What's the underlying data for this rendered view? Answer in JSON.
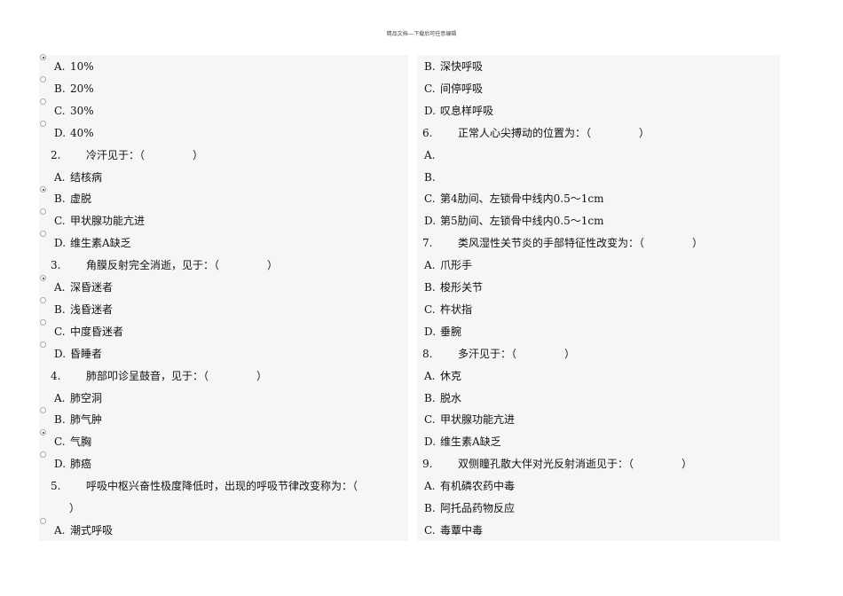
{
  "header": {
    "text": "精品文档---下载后可任意编辑"
  },
  "left_column": [
    {
      "kind": "option",
      "radio": true,
      "checked": true,
      "letter": "A.",
      "text": "10%"
    },
    {
      "kind": "option",
      "radio": true,
      "checked": false,
      "letter": "B.",
      "text": "20%"
    },
    {
      "kind": "option",
      "radio": true,
      "checked": false,
      "letter": "C.",
      "text": "30%"
    },
    {
      "kind": "option",
      "radio": true,
      "checked": false,
      "letter": "D.",
      "text": "40%"
    },
    {
      "kind": "question",
      "num": "2.",
      "text": "冷汗见于：（",
      "close": "）"
    },
    {
      "kind": "option",
      "radio": false,
      "checked": false,
      "letter": "A.",
      "text": "结核病"
    },
    {
      "kind": "option",
      "radio": true,
      "checked": true,
      "letter": "B.",
      "text": "虚脱"
    },
    {
      "kind": "option",
      "radio": true,
      "checked": false,
      "letter": "C.",
      "text": "甲状腺功能亢进"
    },
    {
      "kind": "option",
      "radio": true,
      "checked": false,
      "letter": "D.",
      "text": "维生素A缺乏"
    },
    {
      "kind": "question",
      "num": "3.",
      "text": "角膜反射完全消逝，见于：（",
      "close": "）"
    },
    {
      "kind": "option",
      "radio": true,
      "checked": true,
      "letter": "A.",
      "text": "深昏迷者"
    },
    {
      "kind": "option",
      "radio": true,
      "checked": false,
      "letter": "B.",
      "text": "浅昏迷者"
    },
    {
      "kind": "option",
      "radio": true,
      "checked": false,
      "letter": "C.",
      "text": "中度昏迷者"
    },
    {
      "kind": "option",
      "radio": true,
      "checked": false,
      "letter": "D.",
      "text": "昏睡者"
    },
    {
      "kind": "question",
      "num": "4.",
      "text": "肺部叩诊呈鼓音，见于：（",
      "close": "）"
    },
    {
      "kind": "option",
      "radio": false,
      "checked": false,
      "letter": "A.",
      "text": "肺空洞"
    },
    {
      "kind": "option",
      "radio": true,
      "checked": false,
      "letter": "B.",
      "text": "肺气肿"
    },
    {
      "kind": "option",
      "radio": true,
      "checked": true,
      "letter": "C.",
      "text": "气胸"
    },
    {
      "kind": "option",
      "radio": true,
      "checked": false,
      "letter": "D.",
      "text": "肺癌"
    },
    {
      "kind": "question",
      "num": "5.",
      "text": "呼吸中枢兴奋性极度降低时，出现的呼吸节律改变称为：（",
      "close": ""
    },
    {
      "kind": "continuation",
      "text": "）"
    },
    {
      "kind": "option",
      "radio": true,
      "checked": false,
      "letter": "A.",
      "text": "潮式呼吸"
    }
  ],
  "right_column": [
    {
      "kind": "option",
      "letter": "B.",
      "text": "深快呼吸"
    },
    {
      "kind": "option",
      "letter": "C.",
      "text": "间停呼吸"
    },
    {
      "kind": "option",
      "letter": "D.",
      "text": "叹息样呼吸"
    },
    {
      "kind": "question",
      "num": "6.",
      "text": "正常人心尖搏动的位置为：（",
      "close": "）"
    },
    {
      "kind": "option",
      "letter": "A.",
      "text": ""
    },
    {
      "kind": "option",
      "letter": "B.",
      "text": ""
    },
    {
      "kind": "option",
      "letter": "C.",
      "text": "第4肋间、左锁骨中线内0.5～1cm"
    },
    {
      "kind": "option",
      "letter": "D.",
      "text": "第5肋间、左锁骨中线内0.5～1cm"
    },
    {
      "kind": "question",
      "num": "7.",
      "text": "类风湿性关节炎的手部特征性改变为：（",
      "close": "）"
    },
    {
      "kind": "option",
      "letter": "A.",
      "text": "爪形手"
    },
    {
      "kind": "option",
      "letter": "B.",
      "text": "梭形关节"
    },
    {
      "kind": "option",
      "letter": "C.",
      "text": "杵状指"
    },
    {
      "kind": "option",
      "letter": "D.",
      "text": "垂腕"
    },
    {
      "kind": "question",
      "num": "8.",
      "text": "多汗见于：（",
      "close": "）"
    },
    {
      "kind": "option",
      "letter": "A.",
      "text": "休克"
    },
    {
      "kind": "option",
      "letter": "B.",
      "text": "脱水"
    },
    {
      "kind": "option",
      "letter": "C.",
      "text": "甲状腺功能亢进"
    },
    {
      "kind": "option",
      "letter": "D.",
      "text": "维生素A缺乏"
    },
    {
      "kind": "question",
      "num": "9.",
      "text": "双侧瞳孔散大伴对光反射消逝见于：（",
      "close": "）"
    },
    {
      "kind": "option",
      "letter": "A.",
      "text": "有机磷农药中毒"
    },
    {
      "kind": "option",
      "letter": "B.",
      "text": "阿托品药物反应"
    },
    {
      "kind": "option",
      "letter": "C.",
      "text": "毒蕈中毒"
    }
  ]
}
